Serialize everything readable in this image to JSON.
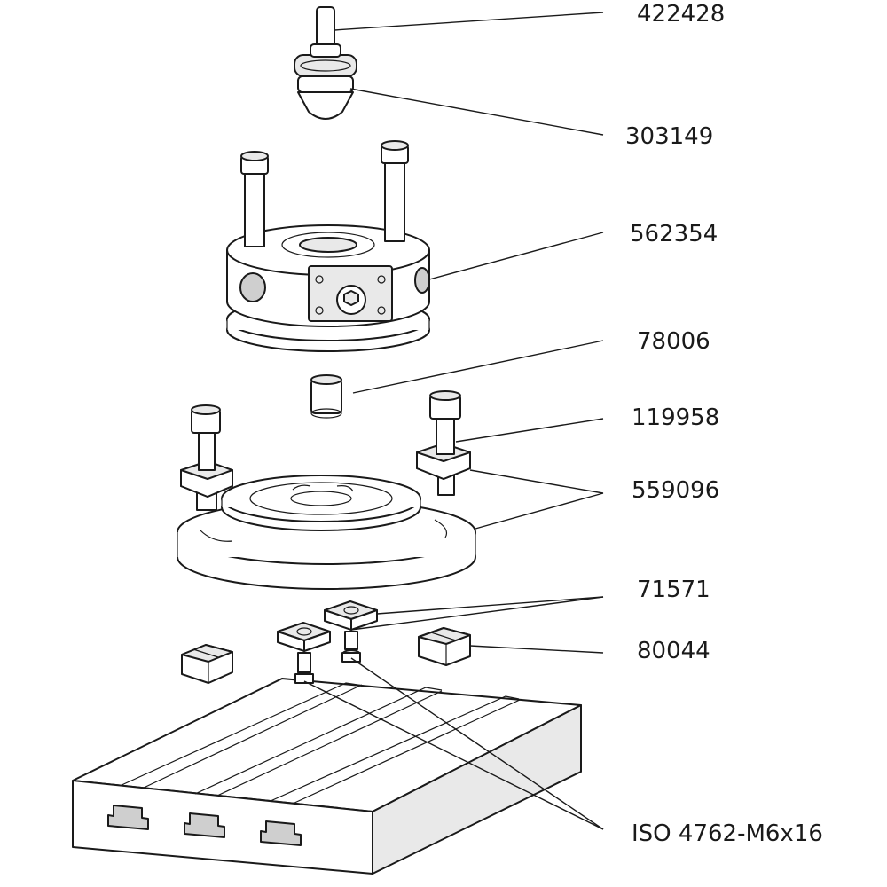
{
  "labels": {
    "p422428": "422428",
    "p303149": "303149",
    "p562354": "562354",
    "p78006": "78006",
    "p119958": "119958",
    "p559096": "559096",
    "p71571": "71571",
    "p80044": "80044",
    "iso": "ISO 4762-M6x16"
  }
}
